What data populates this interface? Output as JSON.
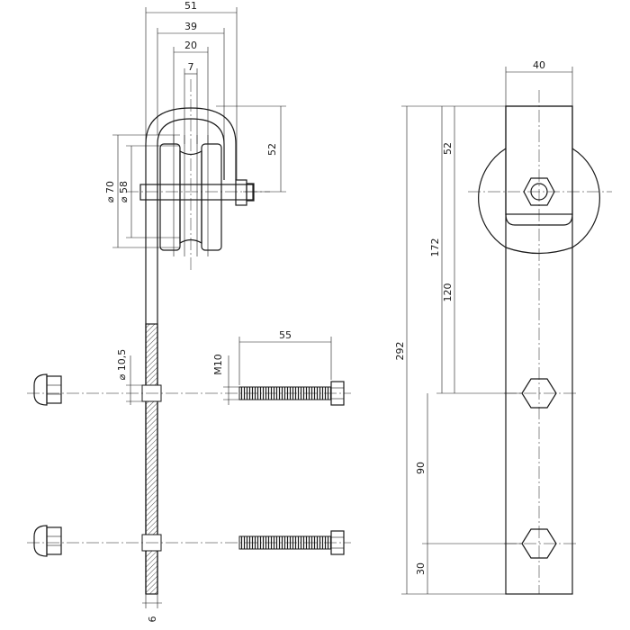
{
  "drawing": {
    "left_view": {
      "dim_51": "51",
      "dim_39": "39",
      "dim_20": "20",
      "dim_7": "7",
      "dim_52": "52",
      "dim_d70": "⌀ 70",
      "dim_d58": "⌀ 58",
      "dim_hole": "⌀ 10,5",
      "dim_thread": "M10",
      "dim_bolt_len": "55",
      "dim_thickness": "6"
    },
    "right_view": {
      "dim_40": "40",
      "dim_52": "52",
      "dim_172": "172",
      "dim_120": "120",
      "dim_292": "292",
      "dim_90": "90",
      "dim_30": "30"
    }
  }
}
